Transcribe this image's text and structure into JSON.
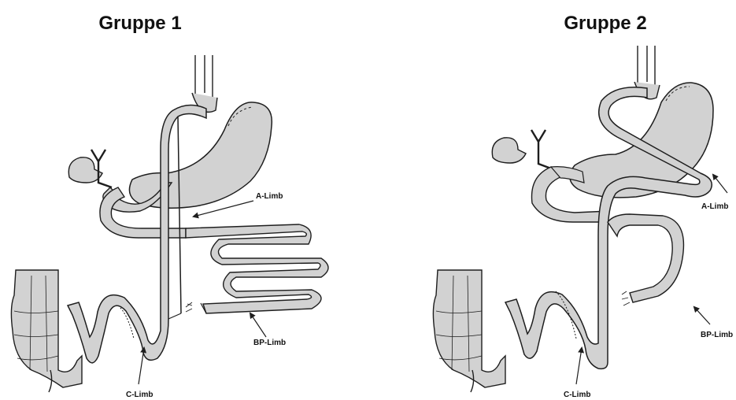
{
  "panels": [
    {
      "title": "Gruppe 1",
      "labels": {
        "a_limb": "A-Limb",
        "bp_limb": "BP-Limb",
        "c_limb": "C-Limb"
      }
    },
    {
      "title": "Gruppe 2",
      "labels": {
        "a_limb": "A-Limb",
        "bp_limb": "BP-Limb",
        "c_limb": "C-Limb"
      }
    }
  ],
  "colors": {
    "organ_fill": "#d2d2d2",
    "outline": "#1e1e1e",
    "background": "#ffffff"
  }
}
